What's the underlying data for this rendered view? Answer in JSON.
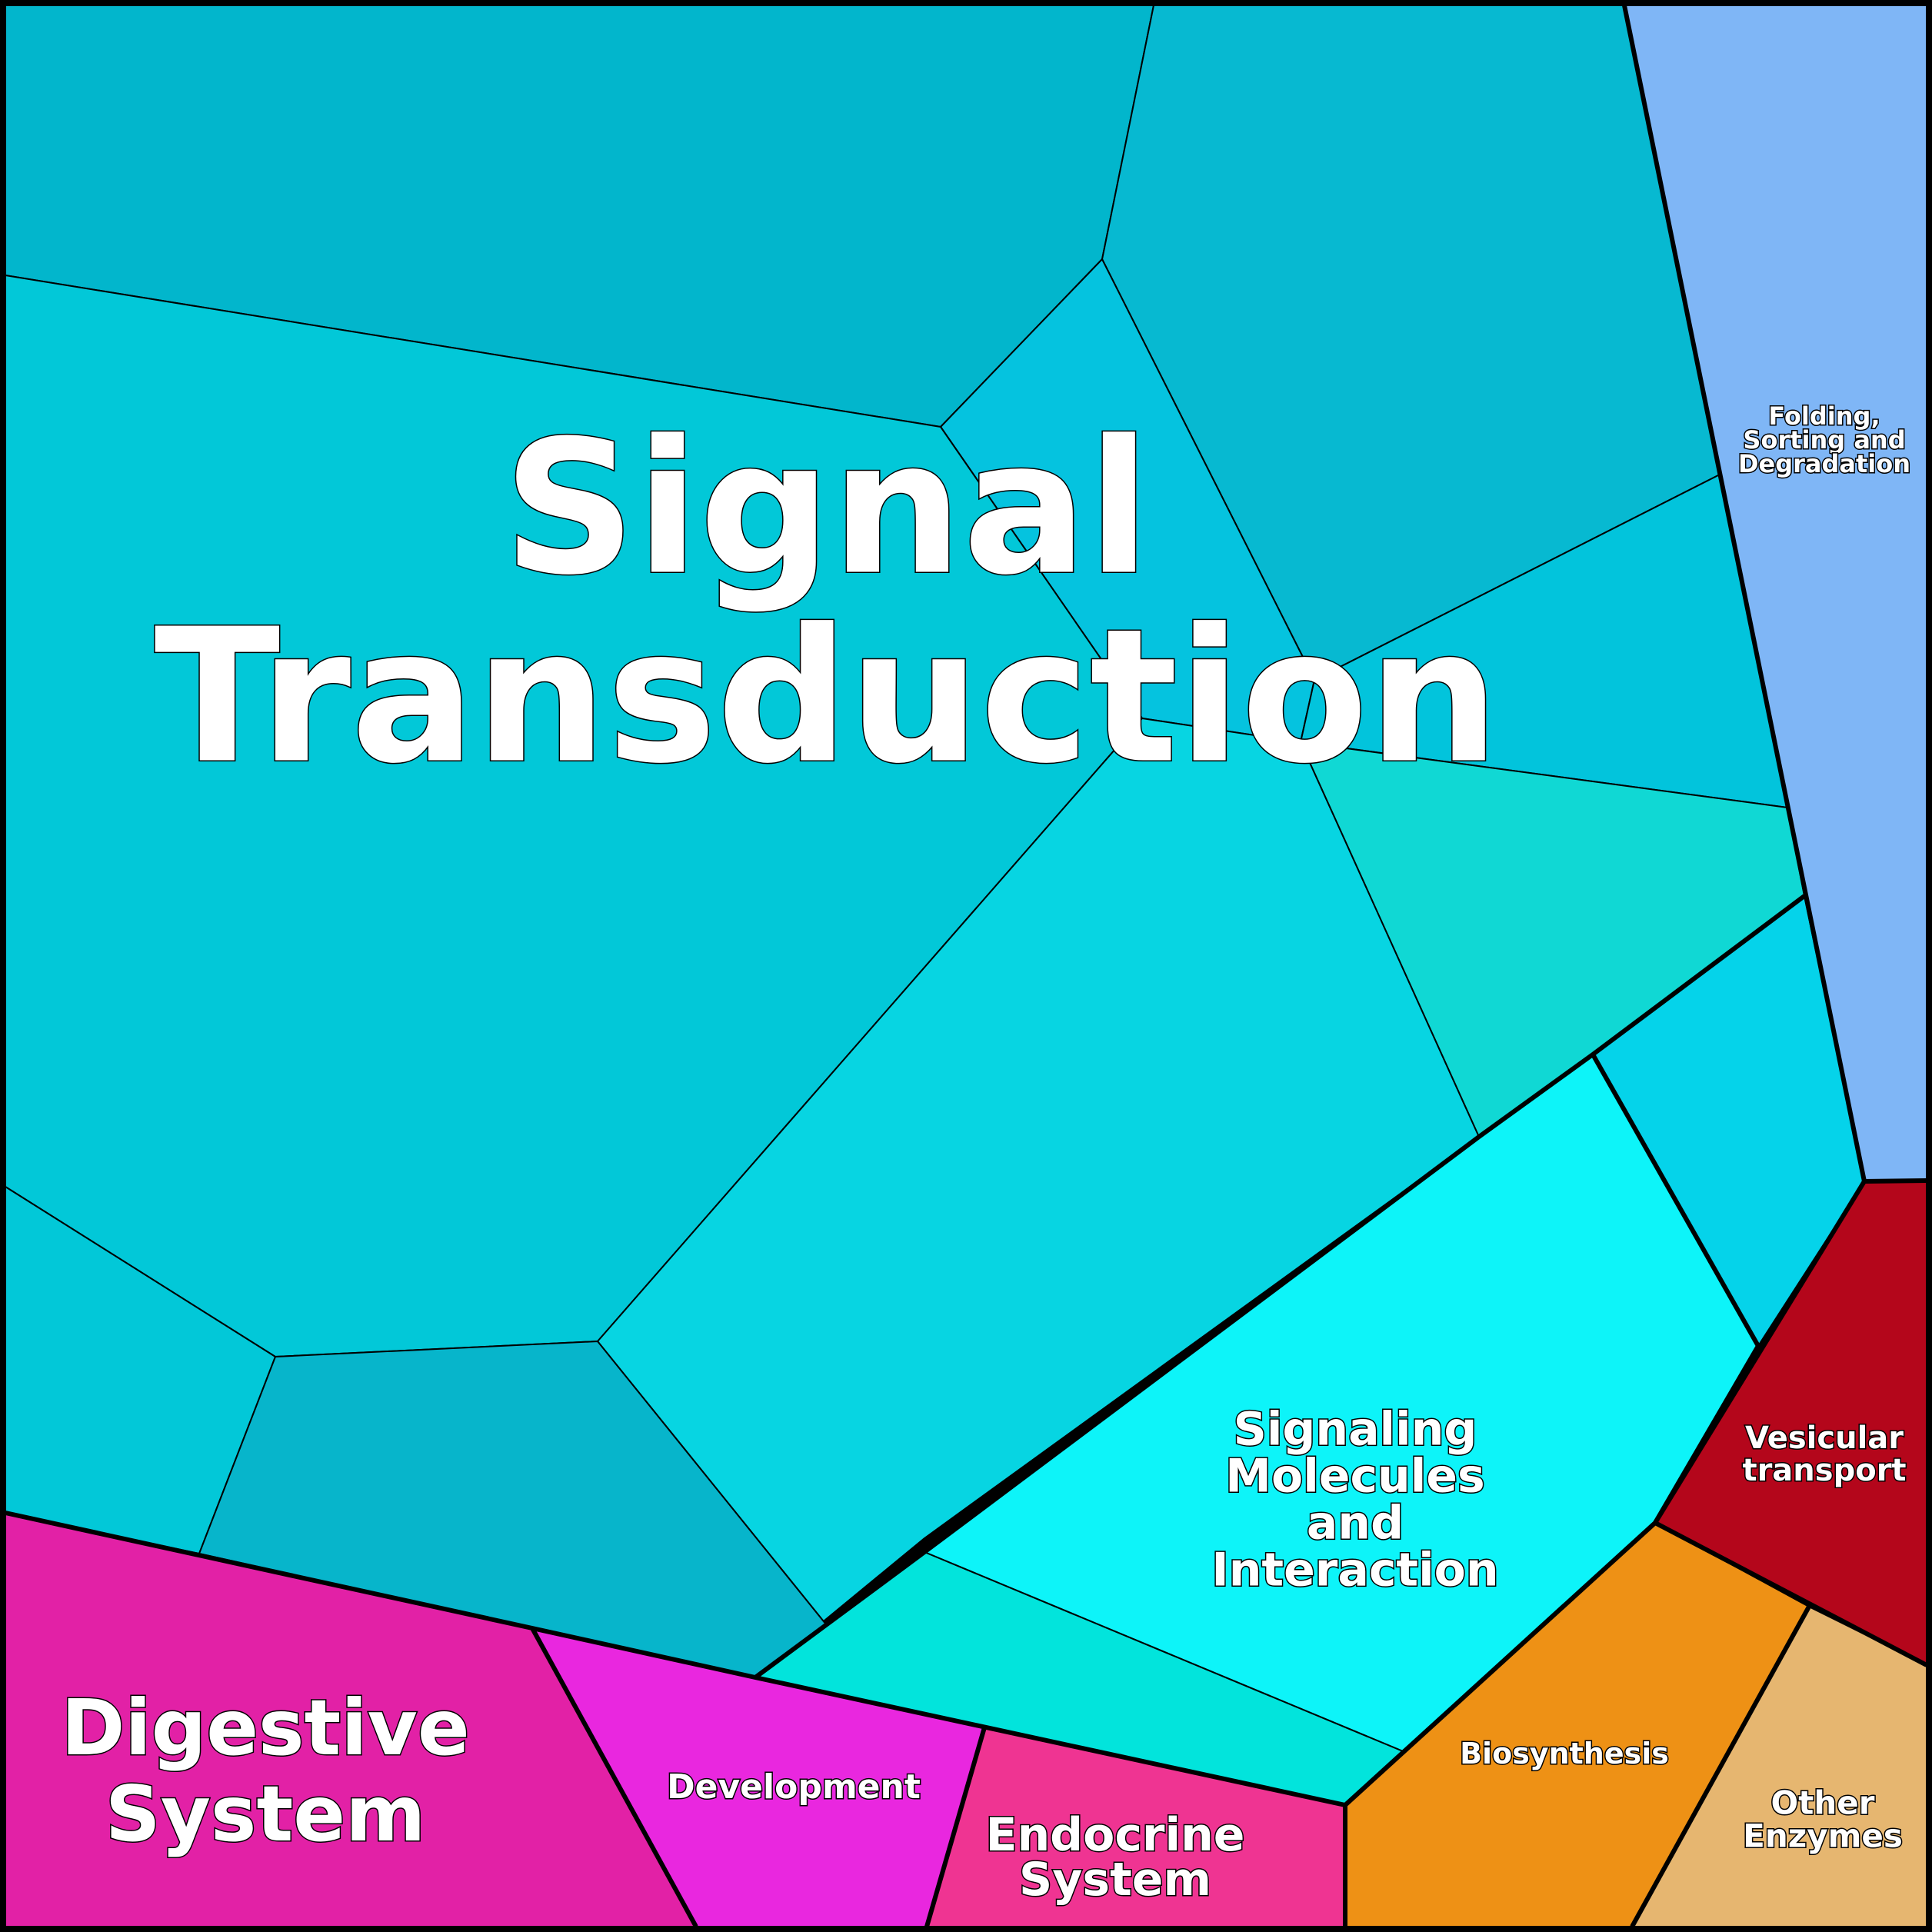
{
  "labels": {
    "signal_transduction": [
      "Signal",
      "Transduction"
    ],
    "signaling_molecules": [
      "Signaling",
      "Molecules",
      "and",
      "Interaction"
    ],
    "folding": [
      "Folding,",
      "Sorting and",
      "Degradation"
    ],
    "vesicular": [
      "Vesicular",
      "transport"
    ],
    "digestive": [
      "Digestive",
      "System"
    ],
    "development": [
      "Development"
    ],
    "endocrine": [
      "Endocrine",
      "System"
    ],
    "biosynthesis": [
      "Biosynthesis"
    ],
    "other_enzymes": [
      "Other",
      "Enzymes"
    ]
  },
  "colors": {
    "signal_transduction": "#02c8d8",
    "signaling_molecules": "#0df4f9",
    "folding": "#7fb6f6",
    "vesicular": "#b4061b",
    "digestive": "#e221a6",
    "development": "#e927df",
    "endocrine": "#ef3492",
    "biosynthesis": "#ee9115",
    "other_enzymes": "#e6b670"
  }
}
